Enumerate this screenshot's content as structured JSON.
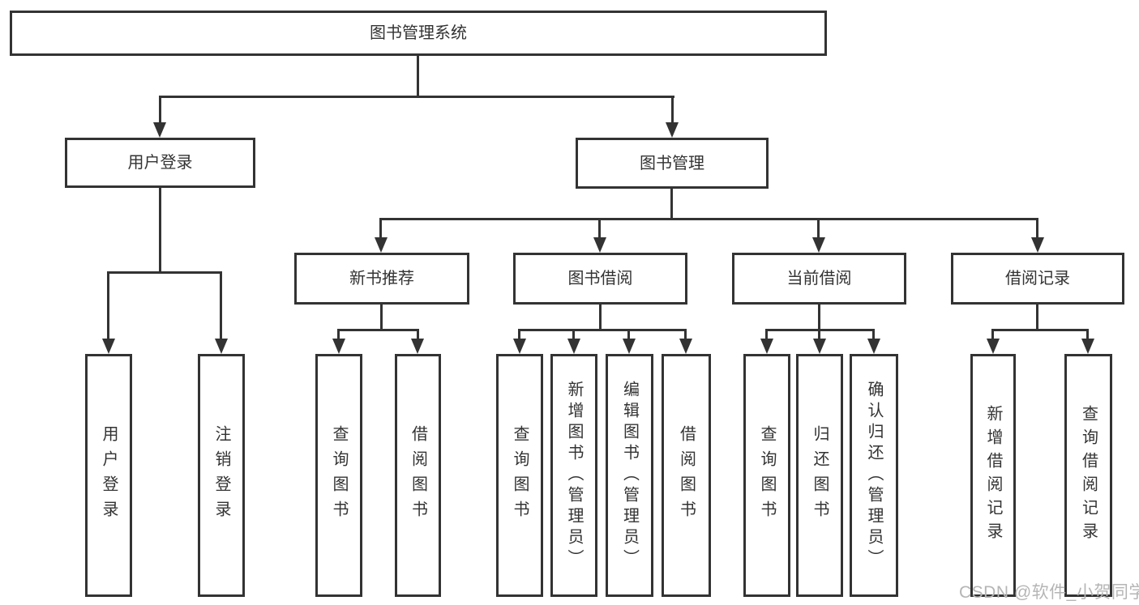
{
  "nodes": {
    "root": "图书管理系统",
    "user_login": "用户登录",
    "book_mgmt": "图书管理",
    "new_books": "新书推荐",
    "book_borrow": "图书借阅",
    "current_borrow": "当前借阅",
    "borrow_records": "借阅记录",
    "ul_login": "用户登录",
    "ul_logout": "注销登录",
    "nb_query": "查询图书",
    "nb_borrow": "借阅图书",
    "bb_query": "查询图书",
    "bb_add": "新增图书（管理员）",
    "bb_edit": "编辑图书（管理员）",
    "bb_borrow": "借阅图书",
    "cb_query": "查询图书",
    "cb_return": "归还图书",
    "cb_confirm": "确认归还（管理员）",
    "br_add": "新增借阅记录",
    "br_query": "查询借阅记录"
  },
  "watermark": "CSDN @软件_小贺同学",
  "colors": {
    "line": "#333333",
    "box_fill": "#ffffff",
    "text": "#333333",
    "watermark": "#b5b5b5",
    "background": "#ffffff"
  }
}
